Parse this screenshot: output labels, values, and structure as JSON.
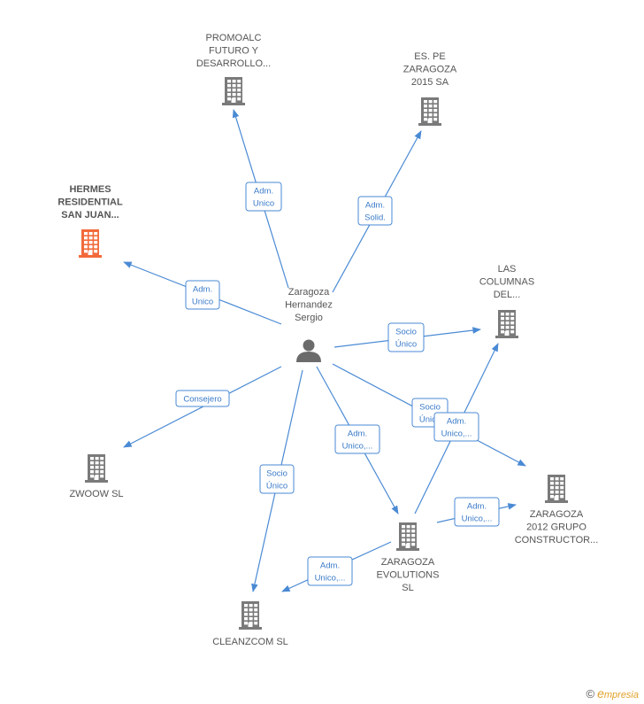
{
  "center": {
    "name_lines": [
      "Zaragoza",
      "Hernandez",
      "Sergio"
    ],
    "icon": "person-icon"
  },
  "companies": [
    {
      "id": "promoalc",
      "lines": [
        "PROMOALC",
        "FUTURO Y",
        "DESARROLLO..."
      ],
      "highlight": false
    },
    {
      "id": "espe",
      "lines": [
        "ES. PE",
        "ZARAGOZA",
        "2015 SA"
      ],
      "highlight": false
    },
    {
      "id": "hermes",
      "lines": [
        "HERMES",
        "RESIDENTIAL",
        "SAN JUAN..."
      ],
      "highlight": true
    },
    {
      "id": "columnas",
      "lines": [
        "LAS",
        "COLUMNAS",
        "DEL..."
      ],
      "highlight": false
    },
    {
      "id": "zwoow",
      "lines": [
        "ZWOOW SL"
      ],
      "highlight": false
    },
    {
      "id": "zaragoza2012",
      "lines": [
        "ZARAGOZA",
        "2012 GRUPO",
        "CONSTRUCTOR..."
      ],
      "highlight": false
    },
    {
      "id": "evolutions",
      "lines": [
        "ZARAGOZA",
        "EVOLUTIONS",
        "SL"
      ],
      "highlight": false
    },
    {
      "id": "cleanzcom",
      "lines": [
        "CLEANZCOM SL"
      ],
      "highlight": false
    }
  ],
  "relations": [
    {
      "from": "center",
      "to": "promoalc",
      "label": [
        "Adm.",
        "Unico"
      ]
    },
    {
      "from": "center",
      "to": "espe",
      "label": [
        "Adm.",
        "Solid."
      ]
    },
    {
      "from": "center",
      "to": "hermes",
      "label": [
        "Adm.",
        "Unico"
      ]
    },
    {
      "from": "center",
      "to": "columnas",
      "label": [
        "Socio",
        "Único"
      ]
    },
    {
      "from": "center",
      "to": "zwoow",
      "label": [
        "Consejero"
      ]
    },
    {
      "from": "center",
      "to": "zaragoza2012",
      "label": [
        "Socio",
        "Único"
      ]
    },
    {
      "from": "center",
      "to": "evolutions",
      "label": [
        "Adm.",
        "Unico,..."
      ]
    },
    {
      "from": "center",
      "to": "cleanzcom",
      "label": [
        "Socio",
        "Único"
      ]
    },
    {
      "from": "evolutions",
      "to": "columnas",
      "label": [
        "Adm.",
        "Unico,..."
      ]
    },
    {
      "from": "evolutions",
      "to": "zaragoza2012",
      "label": [
        "Adm.",
        "Unico,..."
      ]
    },
    {
      "from": "evolutions",
      "to": "cleanzcom",
      "label": [
        "Adm.",
        "Unico,..."
      ]
    }
  ],
  "colors": {
    "edge": "#4a8ad4",
    "building": "#7a7a7a",
    "building_highlight": "#f26a3a",
    "person": "#6b6b6b"
  },
  "footer": {
    "copyright": "©",
    "brand_initial": "e",
    "brand_rest": "mpresia"
  }
}
